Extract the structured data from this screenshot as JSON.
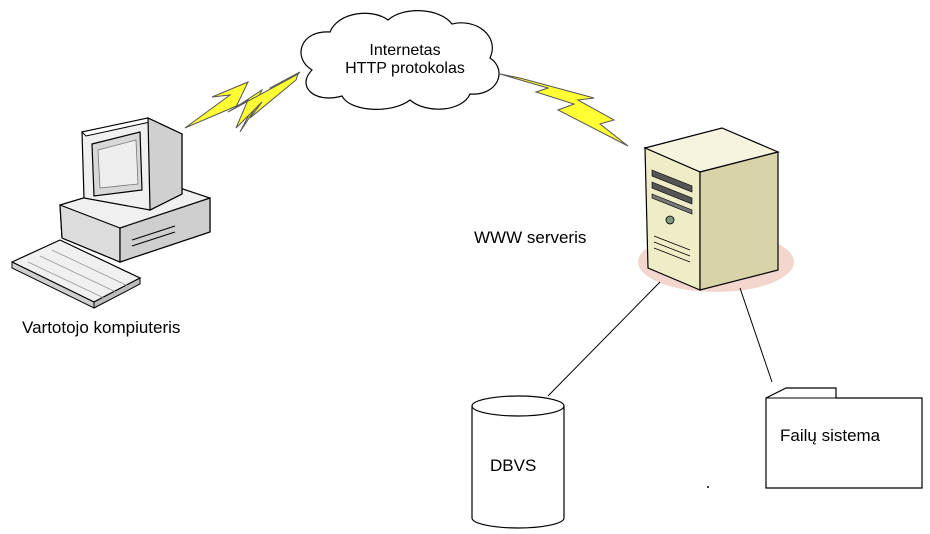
{
  "cloud": {
    "line1": "Internetas",
    "line2": "HTTP protokolas"
  },
  "client": {
    "label": "Vartotojo kompiuteris"
  },
  "server": {
    "label": "WWW serveris"
  },
  "database": {
    "label": "DBVS"
  },
  "filesystem": {
    "label": "Failų sistema"
  },
  "colors": {
    "lightning": "#ffff33",
    "server_body": "#efecc8",
    "server_shadow": "#f3d6cd",
    "computer_body": "#f0f0f0",
    "screen": "#d8d8d8",
    "outline": "#000000"
  }
}
